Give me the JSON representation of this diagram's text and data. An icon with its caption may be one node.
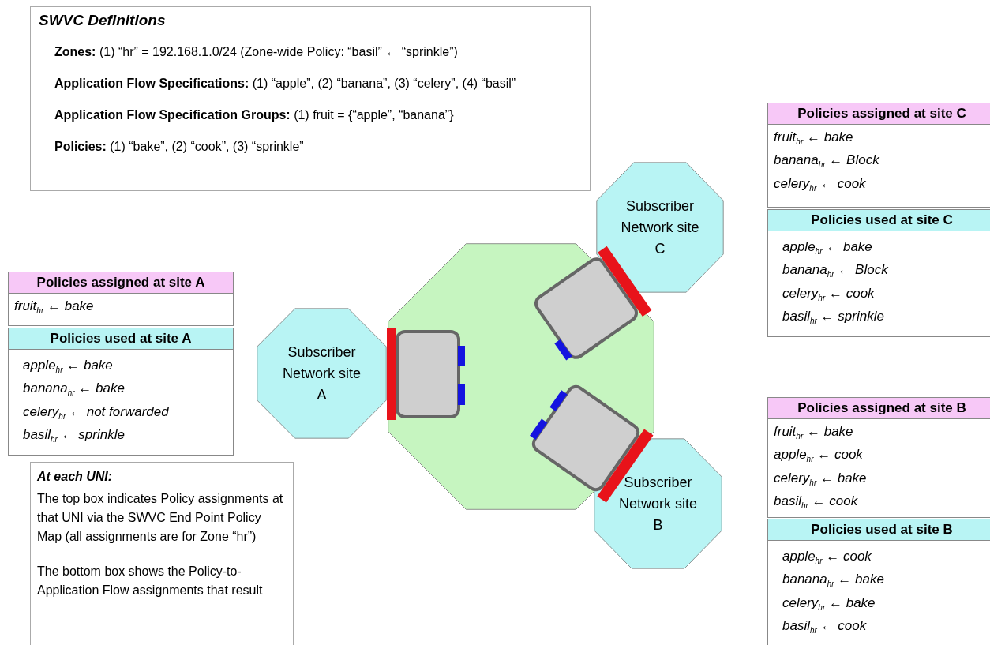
{
  "diagram": {
    "nodes": [
      {
        "text": [
          "SWVC Definitions",
          "**Zones:** (1) “hr” = 192.168.1.0/24 (Zone-wide Policy: “basil” ← “sprinkle”)",
          "**Application Flow Specifications:** (1) “apple”, (2) “banana”, (3) “celery”, (4) “basil”",
          "**Application Flow Specification Groups:** (1) fruit = {“apple”, “banana”}",
          "**Policies:** (1) “bake”, (2) “cook”, (3) “sprinkle”"
        ]
      },
      {
        "text": [
          "Policies assigned at site A",
          "fruit$_{hr}$ ← bake"
        ]
      },
      {
        "text": [
          "Policies used at site A",
          "apple$_{hr}$ ← bake",
          "banana$_{hr}$ ← bake",
          "celery$_{hr}$ ← not forwarded",
          "basil$_{hr}$ ← sprinkle"
        ]
      },
      {
        "text": [
          "At each UNI:",
          "The top box indicates Policy assignments at that UNI via the SWVC End Point Policy Map (all assignments are for Zone “hr”)",
          "The bottom box shows the Policy-to-Application Flow assignments that result"
        ]
      },
      {
        "text": [
          "Subscriber Network site A"
        ]
      },
      {
        "text": [],
        "shape": "octagon"
      },
      {
        "text": [],
        "shape": "box",
        "in": 5
      },
      {
        "text": [
          "Subscriber Network site C"
        ]
      },
      {
        "text": [],
        "shape": "box",
        "in": 5
      },
      {
        "text": [
          "Subscriber Network site B"
        ]
      },
      {
        "text": [],
        "shape": "box",
        "in": 5
      },
      {
        "text": [
          "Policies assigned at site C",
          "fruit$_{hr}$ ← bake",
          "banana$_{hr}$ ← Block",
          "celery$_{hr}$ ← cook"
        ]
      },
      {
        "text": [
          "Policies used at site C",
          "apple$_{hr}$ ← bake",
          "banana$_{hr}$ ← Block",
          "celery$_{hr}$ ← cook",
          "basil$_{hr}$ ← sprinkle"
        ]
      },
      {
        "text": [
          "Policies assigned at site B",
          "fruit$_{hr}$ ← bake",
          "apple$_{hr}$ ← cook",
          "celery$_{hr}$ ← bake",
          "basil$_{hr}$ ← cook"
        ]
      },
      {
        "text": [
          "Policies used at site B",
          "apple$_{hr}$ ← cook",
          "banana$_{hr}$ ← bake",
          "celery$_{hr}$ ← bake",
          "basil$_{hr}$ ← cook"
        ]
      }
    ]
  }
}
